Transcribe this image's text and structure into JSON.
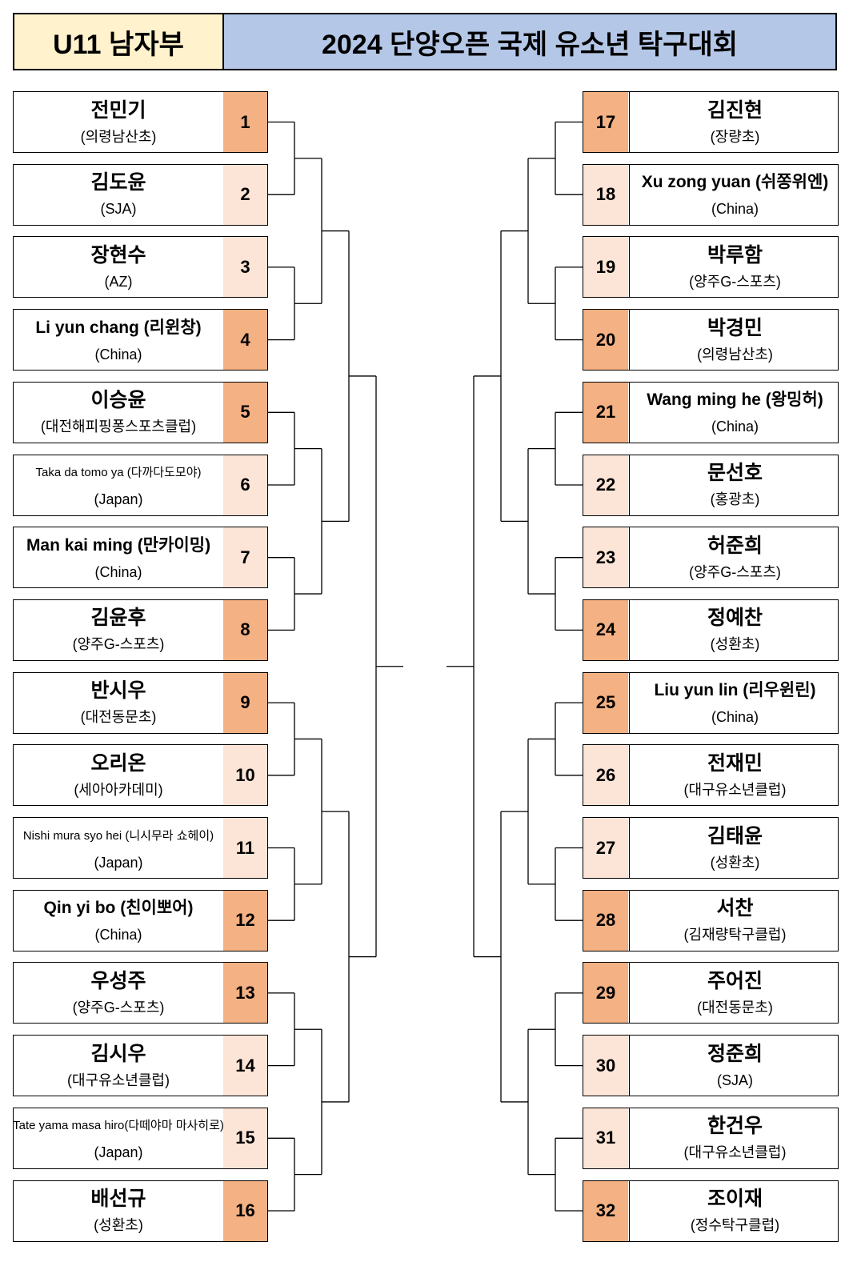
{
  "header": {
    "category": "U11 남자부",
    "title": "2024 단양오픈 국제 유소년 탁구대회"
  },
  "left_players": [
    {
      "seed": "1",
      "name": "전민기",
      "club": "(의령남산초)",
      "shade": "dark",
      "size": "lg"
    },
    {
      "seed": "2",
      "name": "김도윤",
      "club": "(SJA)",
      "shade": "light",
      "size": "lg"
    },
    {
      "seed": "3",
      "name": "장현수",
      "club": "(AZ)",
      "shade": "light",
      "size": "lg"
    },
    {
      "seed": "4",
      "name": "Li yun chang (리윈창)",
      "club": "(China)",
      "shade": "dark",
      "size": "md"
    },
    {
      "seed": "5",
      "name": "이승윤",
      "club": "(대전해피핑퐁스포츠클럽)",
      "shade": "dark",
      "size": "lg"
    },
    {
      "seed": "6",
      "name": "Taka da tomo ya (다까다도모야)",
      "club": "(Japan)",
      "shade": "light",
      "size": "sm"
    },
    {
      "seed": "7",
      "name": "Man kai ming (만카이밍)",
      "club": "(China)",
      "shade": "light",
      "size": "md"
    },
    {
      "seed": "8",
      "name": "김윤후",
      "club": "(양주G-스포츠)",
      "shade": "dark",
      "size": "lg"
    },
    {
      "seed": "9",
      "name": "반시우",
      "club": "(대전동문초)",
      "shade": "dark",
      "size": "lg"
    },
    {
      "seed": "10",
      "name": "오리온",
      "club": "(세아아카데미)",
      "shade": "light",
      "size": "lg"
    },
    {
      "seed": "11",
      "name": "Nishi mura syo hei (니시무라 쇼헤이)",
      "club": "(Japan)",
      "shade": "light",
      "size": "sm"
    },
    {
      "seed": "12",
      "name": "Qin yi bo (친이뽀어)",
      "club": "(China)",
      "shade": "dark",
      "size": "md"
    },
    {
      "seed": "13",
      "name": "우성주",
      "club": "(양주G-스포츠)",
      "shade": "dark",
      "size": "lg"
    },
    {
      "seed": "14",
      "name": "김시우",
      "club": "(대구유소년클럽)",
      "shade": "light",
      "size": "lg"
    },
    {
      "seed": "15",
      "name": "Tate yama masa hiro(다떼야마 마사히로)",
      "club": "(Japan)",
      "shade": "light",
      "size": "sm"
    },
    {
      "seed": "16",
      "name": "배선규",
      "club": "(성환초)",
      "shade": "dark",
      "size": "lg"
    }
  ],
  "right_players": [
    {
      "seed": "17",
      "name": "김진현",
      "club": "(장량초)",
      "shade": "dark",
      "size": "lg"
    },
    {
      "seed": "18",
      "name": "Xu zong yuan (쉬쫑위엔)",
      "club": "(China)",
      "shade": "light",
      "size": "md"
    },
    {
      "seed": "19",
      "name": "박루함",
      "club": "(양주G-스포츠)",
      "shade": "light",
      "size": "lg"
    },
    {
      "seed": "20",
      "name": "박경민",
      "club": "(의령남산초)",
      "shade": "dark",
      "size": "lg"
    },
    {
      "seed": "21",
      "name": "Wang ming he (왕밍허)",
      "club": "(China)",
      "shade": "dark",
      "size": "md"
    },
    {
      "seed": "22",
      "name": "문선호",
      "club": "(홍광초)",
      "shade": "light",
      "size": "lg"
    },
    {
      "seed": "23",
      "name": "허준희",
      "club": "(양주G-스포츠)",
      "shade": "light",
      "size": "lg"
    },
    {
      "seed": "24",
      "name": "정예찬",
      "club": "(성환초)",
      "shade": "dark",
      "size": "lg"
    },
    {
      "seed": "25",
      "name": "Liu yun lin (리우윈린)",
      "club": "(China)",
      "shade": "dark",
      "size": "md"
    },
    {
      "seed": "26",
      "name": "전재민",
      "club": "(대구유소년클럽)",
      "shade": "light",
      "size": "lg"
    },
    {
      "seed": "27",
      "name": "김태윤",
      "club": "(성환초)",
      "shade": "light",
      "size": "lg"
    },
    {
      "seed": "28",
      "name": "서찬",
      "club": "(김재량탁구클럽)",
      "shade": "dark",
      "size": "lg"
    },
    {
      "seed": "29",
      "name": "주어진",
      "club": "(대전동문초)",
      "shade": "dark",
      "size": "lg"
    },
    {
      "seed": "30",
      "name": "정준희",
      "club": "(SJA)",
      "shade": "light",
      "size": "lg"
    },
    {
      "seed": "31",
      "name": "한건우",
      "club": "(대구유소년클럽)",
      "shade": "light",
      "size": "lg"
    },
    {
      "seed": "32",
      "name": "조이재",
      "club": "(정수탁구클럽)",
      "shade": "dark",
      "size": "lg"
    }
  ]
}
